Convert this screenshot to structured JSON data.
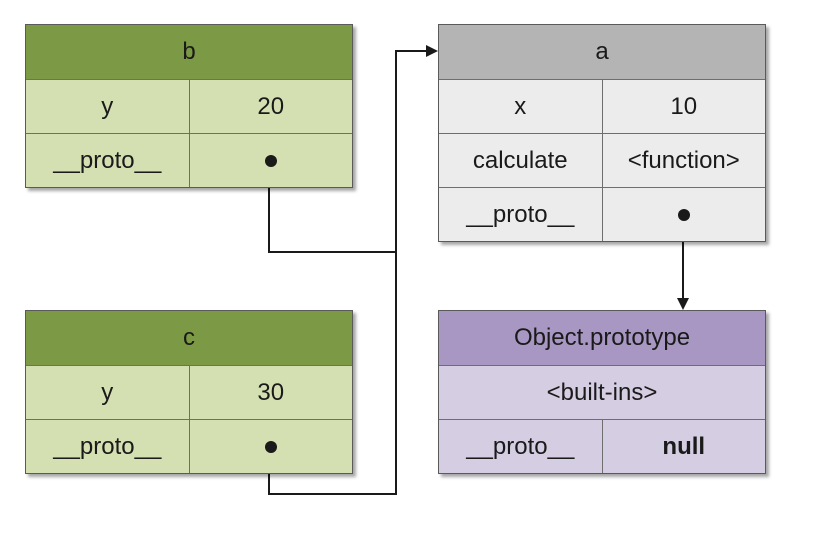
{
  "boxes": {
    "b": {
      "title": "b",
      "rows": [
        [
          "y",
          "20"
        ],
        [
          "__proto__",
          ""
        ]
      ]
    },
    "c": {
      "title": "c",
      "rows": [
        [
          "y",
          "30"
        ],
        [
          "__proto__",
          ""
        ]
      ]
    },
    "a": {
      "title": "a",
      "rows": [
        [
          "x",
          "10"
        ],
        [
          "calculate",
          "<function>"
        ],
        [
          "__proto__",
          ""
        ]
      ]
    },
    "object_prototype": {
      "title": "Object.prototype",
      "builtins": "<built-ins>",
      "proto_label": "__proto__",
      "proto_value": "null"
    }
  },
  "colors": {
    "green_header": "#7c9a45",
    "green_body": "#d5e0b2",
    "gray_header": "#b4b4b4",
    "gray_body": "#ececec",
    "purple_header": "#a797c2",
    "purple_body": "#d5cde2"
  }
}
